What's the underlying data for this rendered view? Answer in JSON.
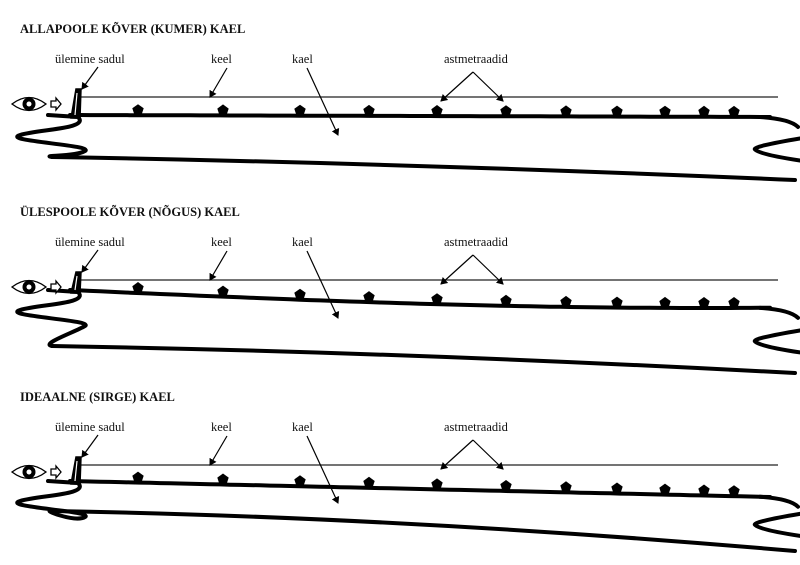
{
  "diagram": {
    "panels": [
      {
        "id": "convex",
        "title": "ALLAPOOLE KÕVER (KUMER) KAEL",
        "labels": {
          "nut": "ülemine sadul",
          "string": "keel",
          "neck": "kael",
          "frets": "astmetraadid"
        },
        "neck_shape": "bowed-down",
        "fret_count": 11
      },
      {
        "id": "concave",
        "title": "ÜLESPOOLE KÕVER (NÕGUS) KAEL",
        "labels": {
          "nut": "ülemine sadul",
          "string": "keel",
          "neck": "kael",
          "frets": "astmetraadid"
        },
        "neck_shape": "bowed-up",
        "fret_count": 11
      },
      {
        "id": "straight",
        "title": "IDEAALNE (SIRGE) KAEL",
        "labels": {
          "nut": "ülemine sadul",
          "string": "keel",
          "neck": "kael",
          "frets": "astmetraadid"
        },
        "neck_shape": "straight",
        "fret_count": 11
      }
    ],
    "icons": [
      "eye-icon",
      "view-arrow-icon"
    ]
  }
}
